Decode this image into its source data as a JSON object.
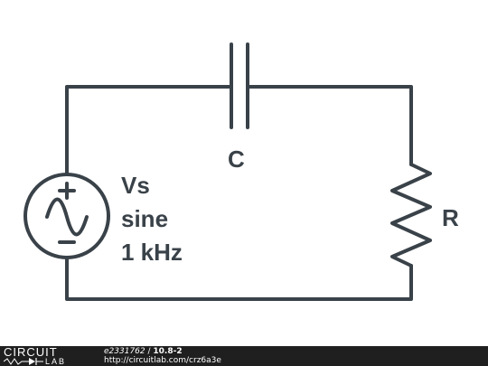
{
  "components": {
    "source": {
      "name": "Vs",
      "type": "sine",
      "frequency": "1 kHz"
    },
    "capacitor": {
      "name": "C"
    },
    "resistor": {
      "name": "R"
    }
  },
  "footer": {
    "logo_top": "CIRCUIT",
    "logo_bottom": "LAB",
    "circuit_id": "e2331762",
    "separator": " / ",
    "title": "10.8-2",
    "url": "http://circuitlab.com/crz6a3e"
  }
}
